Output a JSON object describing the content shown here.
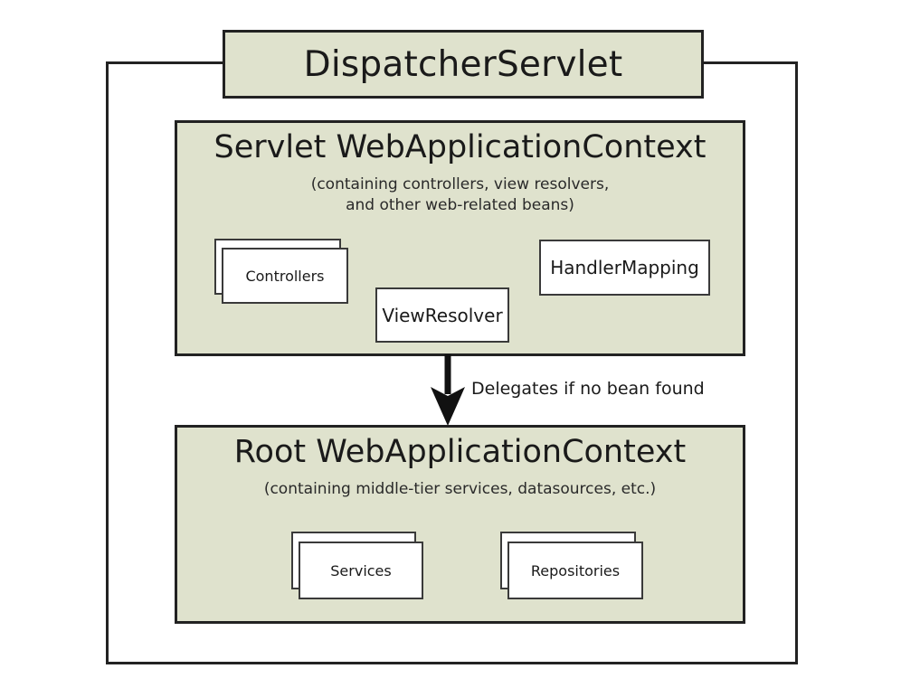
{
  "diagram": {
    "title": "DispatcherServlet",
    "servlet_context": {
      "heading": "Servlet WebApplicationContext",
      "subtitle_line1": "(containing controllers, view resolvers,",
      "subtitle_line2": "and other web-related beans)",
      "beans": [
        {
          "label": "Controllers",
          "stacked": true
        },
        {
          "label": "ViewResolver",
          "stacked": false
        },
        {
          "label": "HandlerMapping",
          "stacked": false
        }
      ]
    },
    "arrow": {
      "caption": "Delegates if no bean found",
      "direction": "down"
    },
    "root_context": {
      "heading": "Root WebApplicationContext",
      "subtitle_line1": "(containing middle-tier services, datasources, etc.)",
      "beans": [
        {
          "label": "Services",
          "stacked": true
        },
        {
          "label": "Repositories",
          "stacked": true
        }
      ]
    },
    "colors": {
      "context_fill": "#dfe2cd",
      "bean_fill": "#ffffff",
      "stroke": "#222222",
      "bean_stroke": "#3a3a3a",
      "background": "#ffffff",
      "text": "#1a1a1a"
    }
  }
}
